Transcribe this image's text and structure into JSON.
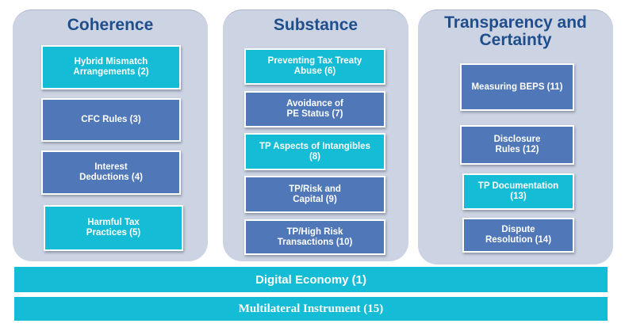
{
  "columns": [
    {
      "title": "Coherence",
      "boxes": [
        {
          "label": "Hybrid Mismatch\nArrangements (2)",
          "color": "cyan"
        },
        {
          "label": "CFC Rules (3)",
          "color": "blue"
        },
        {
          "label": "Interest\nDeductions (4)",
          "color": "blue"
        },
        {
          "label": "Harmful Tax\nPractices (5)",
          "color": "cyan"
        }
      ]
    },
    {
      "title": "Substance",
      "boxes": [
        {
          "label": "Preventing Tax Treaty\nAbuse (6)",
          "color": "cyan"
        },
        {
          "label": "Avoidance of\nPE Status (7)",
          "color": "blue"
        },
        {
          "label": "TP Aspects of Intangibles\n(8)",
          "color": "cyan"
        },
        {
          "label": "TP/Risk and\nCapital (9)",
          "color": "blue"
        },
        {
          "label": "TP/High Risk\nTransactions (10)",
          "color": "blue"
        }
      ]
    },
    {
      "title": "Transparency and\nCertainty",
      "boxes": [
        {
          "label": "Measuring BEPS (11)",
          "color": "blue"
        },
        {
          "label": "Disclosure\nRules (12)",
          "color": "blue"
        },
        {
          "label": "TP Documentation\n(13)",
          "color": "cyan"
        },
        {
          "label": "Dispute\nResolution (14)",
          "color": "blue"
        }
      ]
    }
  ],
  "bars": {
    "digital_economy": "Digital Economy (1)",
    "multilateral_instrument": "Multilateral Instrument (15)"
  },
  "colors": {
    "panel_bg": "#ccd3e3",
    "title": "#1f4e8c",
    "cyan": "#14bcd6",
    "blue": "#5078b8"
  }
}
